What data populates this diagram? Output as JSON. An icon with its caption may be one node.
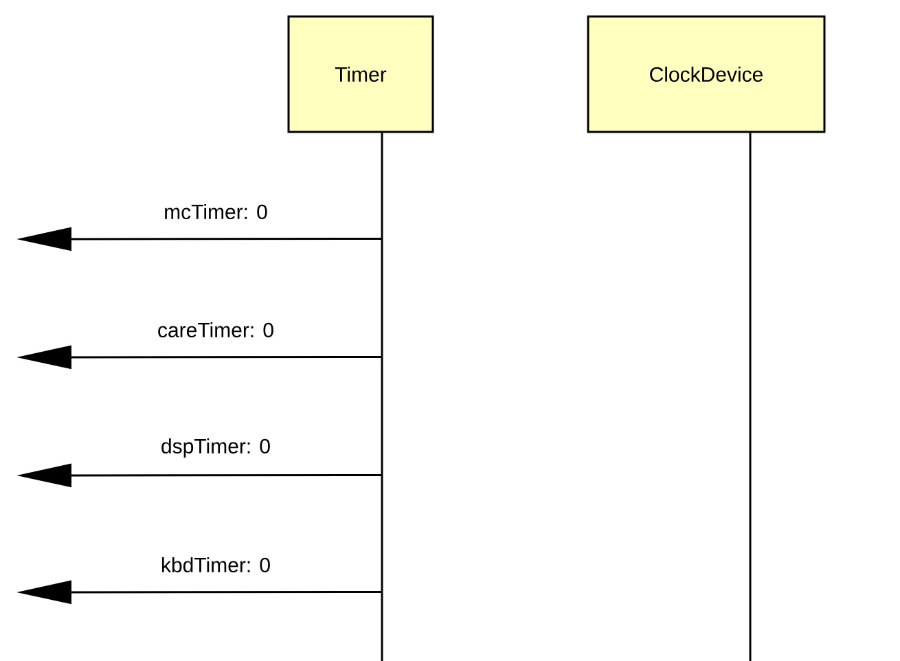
{
  "diagram": {
    "nodes": [
      {
        "text": [
          "Timer"
        ]
      },
      {
        "text": [
          "ClockDevice"
        ]
      },
      {
        "text": [],
        "shape": "line"
      },
      {
        "text": [],
        "shape": "line"
      }
    ],
    "edges": [
      {
        "from": 2,
        "to": null,
        "arrow": "to",
        "label": "mcTimer: 0"
      },
      {
        "from": 2,
        "to": null,
        "arrow": "to",
        "label": "careTimer: 0"
      },
      {
        "from": 2,
        "to": null,
        "arrow": "to",
        "label": "dspTimer: 0"
      },
      {
        "from": 2,
        "to": null,
        "arrow": "to",
        "label": "kbdTimer: 0"
      }
    ]
  }
}
